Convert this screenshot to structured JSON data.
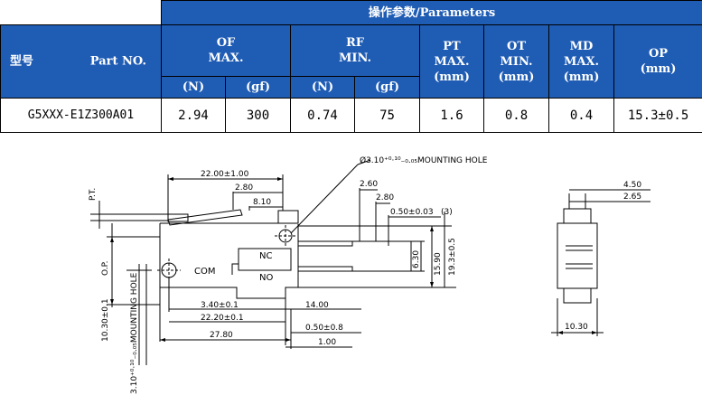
{
  "table": {
    "header_top": "操作参数/Parameters",
    "model_label_zh": "型号",
    "model_label_en": "Part NO.",
    "of": {
      "name": "OF",
      "sub": "MAX."
    },
    "rf": {
      "name": "RF",
      "sub": "MIN."
    },
    "pt": {
      "name": "PT",
      "sub": "MAX.",
      "unit": "(mm)"
    },
    "ot": {
      "name": "OT",
      "sub": "MIN.",
      "unit": "(mm)"
    },
    "md": {
      "name": "MD",
      "sub": "MAX.",
      "unit": "(mm)"
    },
    "op": {
      "name": "OP",
      "unit": "(mm)"
    },
    "unit_n": "(N)",
    "unit_gf": "(gf)",
    "row": {
      "part": "G5XXX-E1Z300A01",
      "of_n": "2.94",
      "of_gf": "300",
      "rf_n": "0.74",
      "rf_gf": "75",
      "pt": "1.6",
      "ot": "0.8",
      "md": "0.4",
      "op": "15.3±0.5"
    }
  },
  "drawing": {
    "mounting_hole": "Ø3.10⁺⁰·¹⁰₋₀.₀₅MOUNTING HOLE",
    "mounting_hole_vertical": "3.10⁺⁰·¹⁰₋₀.₀₅MOUNTING HOLE",
    "pt_label": "P.T.",
    "op_label": "O.P.",
    "com": "COM",
    "nc": "NC",
    "no": "NO",
    "dims": {
      "d22_00": "22.00±1.00",
      "d2_80a": "2.80",
      "d8_10": "8.10",
      "d2_60": "2.60",
      "d2_80b": "2.80",
      "d0_50a": "0.50±0.03",
      "d0_50a_note": "(3)",
      "d15_90": "15.90",
      "d6_30": "6.30",
      "d19_3": "19.3±0.5",
      "d10_30v": "10.30±0.1",
      "d3_40": "3.40±0.1",
      "d22_20": "22.20±0.1",
      "d27_80": "27.80",
      "d14_00": "14.00",
      "d0_50b": "0.50±0.8",
      "d1_00": "1.00",
      "d4_50": "4.50",
      "d2_65": "2.65",
      "d10_30h": "10.30"
    }
  }
}
